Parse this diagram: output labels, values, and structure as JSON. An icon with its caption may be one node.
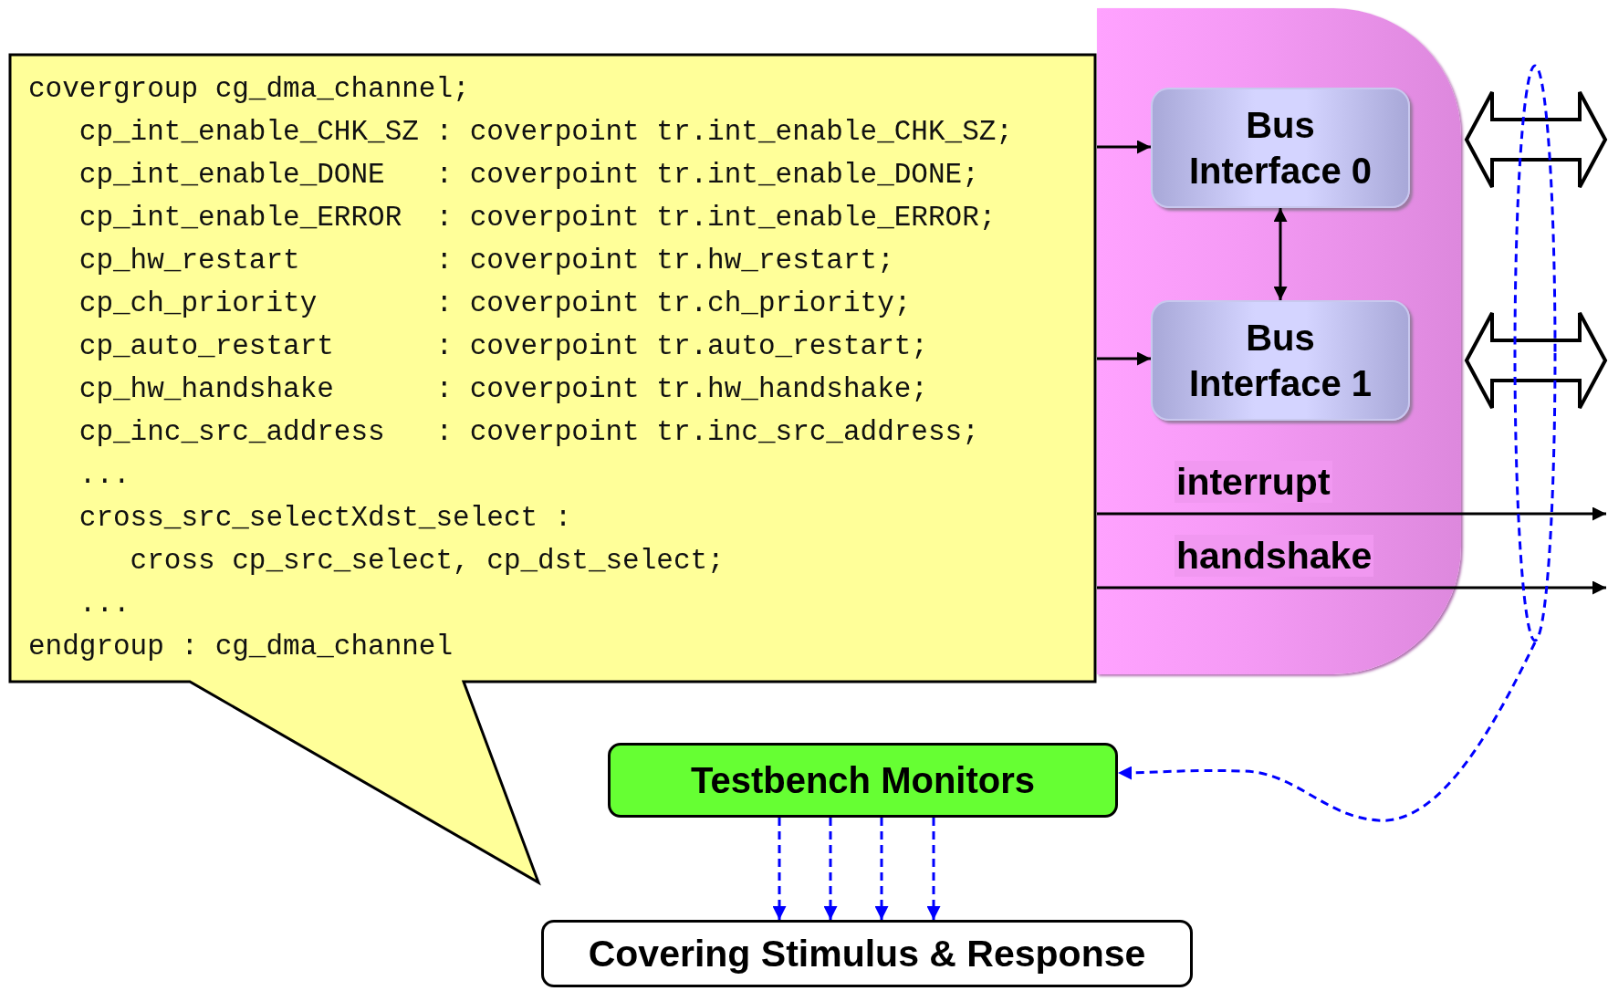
{
  "diagram": {
    "nodes": [
      {
        "text": [],
        "shape": "box"
      },
      {
        "text": [
          "covergroup cg_dma_channel;",
          "   cp_int_enable_CHK_SZ : coverpoint tr.int_enable_CHK_SZ;",
          "   cp_int_enable_DONE   : coverpoint tr.int_enable_DONE;",
          "   cp_int_enable_ERROR  : coverpoint tr.int_enable_ERROR;",
          "   cp_hw_restart        : coverpoint tr.hw_restart;",
          "   cp_ch_priority       : coverpoint tr.ch_priority;",
          "   cp_auto_restart      : coverpoint tr.auto_restart;",
          "   cp_hw_handshake      : coverpoint tr.hw_handshake;",
          "   cp_inc_src_address   : coverpoint tr.inc_src_address;",
          "   ...",
          "   cross_src_selectXdst_select :",
          "      cross cp_src_select, cp_dst_select;",
          "   ...",
          "endgroup : cg_dma_channel"
        ]
      },
      {
        "text": [
          "Bus Interface 0"
        ],
        "in": 0
      },
      {
        "text": [
          "Bus Interface 1"
        ],
        "in": 0
      },
      {
        "text": [
          "Testbench Monitors"
        ]
      },
      {
        "text": [
          "Covering Stimulus & Response"
        ]
      },
      {
        "text": [],
        "shape": "ellipse"
      }
    ],
    "edges": [
      {
        "from": 1,
        "to": 2,
        "arrow": "to"
      },
      {
        "from": 1,
        "to": 3,
        "arrow": "to"
      },
      {
        "from": 2,
        "to": 3,
        "arrow": "both"
      },
      {
        "from": 1,
        "to": null,
        "arrow": "to",
        "label": "interrupt"
      },
      {
        "from": 1,
        "to": null,
        "arrow": "to",
        "label": "handshake"
      },
      {
        "from": 6,
        "to": 4,
        "arrow": "to",
        "style": "dashed",
        "color": "#0000ff"
      },
      {
        "from": 4,
        "to": 5,
        "arrow": "to",
        "style": "dashed",
        "color": "#0000ff"
      },
      {
        "from": 4,
        "to": 5,
        "arrow": "to",
        "style": "dashed",
        "color": "#0000ff"
      },
      {
        "from": 4,
        "to": 5,
        "arrow": "to",
        "style": "dashed",
        "color": "#0000ff"
      },
      {
        "from": 4,
        "to": 5,
        "arrow": "to",
        "style": "dashed",
        "color": "#0000ff"
      }
    ]
  }
}
